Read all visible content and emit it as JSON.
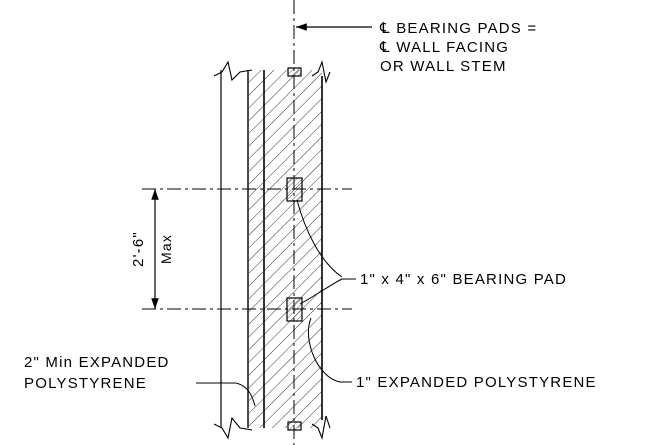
{
  "callouts": {
    "bearing_centerline": [
      "℄ BEARING PADS =",
      "℄ WALL FACING",
      "OR WALL STEM"
    ],
    "bearing_pad": "1\" x 4\" x 6\" BEARING PAD",
    "polystyrene_1in": "1\" EXPANDED POLYSTYRENE",
    "polystyrene_2in": [
      "2\" Min EXPANDED",
      "POLYSTYRENE"
    ]
  },
  "dimension": {
    "value": "2'-6\"",
    "qualifier": "Max"
  },
  "colors": {
    "line": "#000000",
    "background": "#ffffff"
  }
}
